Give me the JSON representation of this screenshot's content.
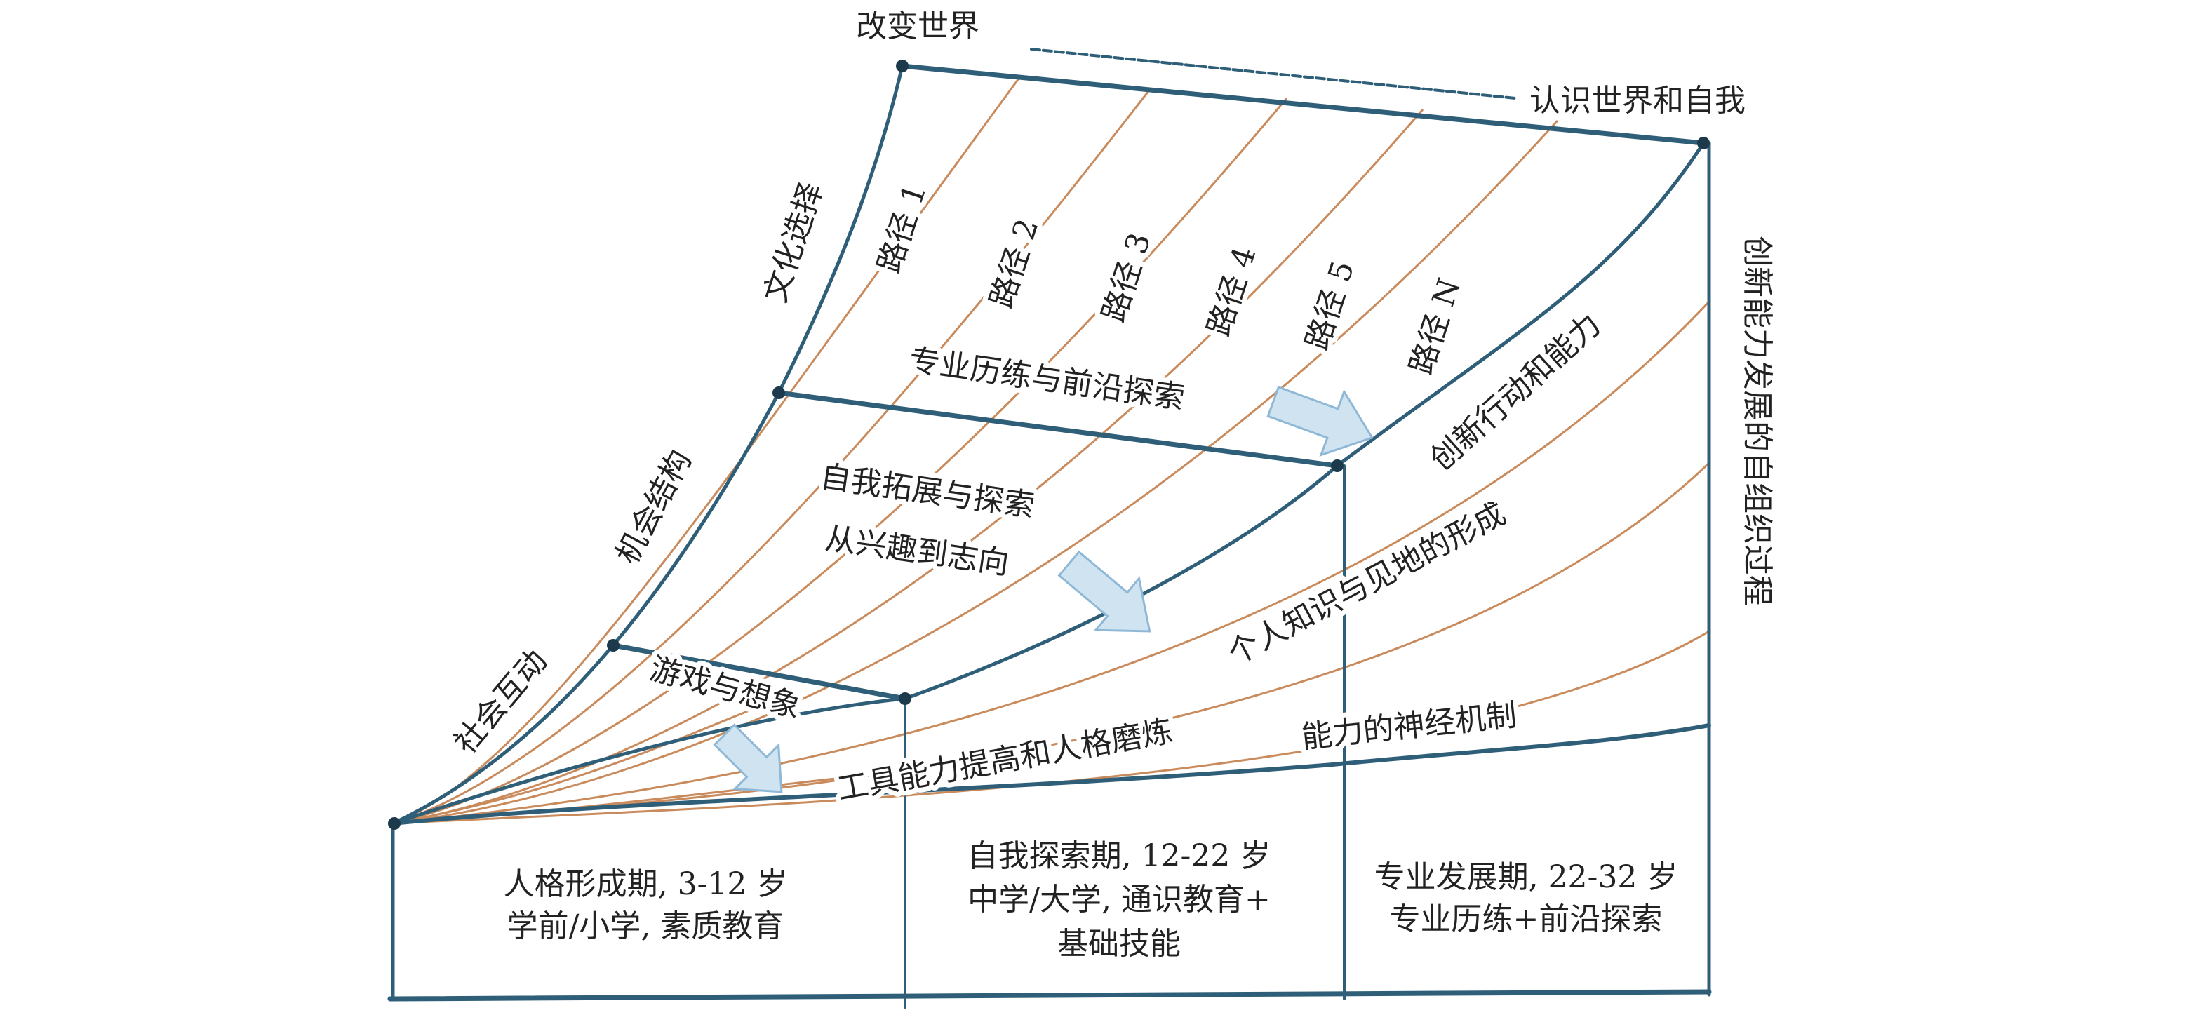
{
  "top": {
    "left_label": "改变世界",
    "right_label": "认识世界和自我"
  },
  "left_axis": {
    "culture": "文化选择",
    "opportunity": "机会结构",
    "social": "社会互动"
  },
  "right_axis": {
    "label": "创新能力发展的自组织过程"
  },
  "paths": [
    "路径 1",
    "路径 2",
    "路径 3",
    "路径 4",
    "路径 5",
    "路径 N"
  ],
  "stages": {
    "professional": "专业历练与前沿探索",
    "innovation": "创新行动和能力",
    "self_expansion": "自我拓展与探索",
    "interest": "从兴趣到志向",
    "knowledge": "个人知识与见地的形成",
    "play": "游戏与想象",
    "tools": "工具能力提高和人格磨炼",
    "neural": "能力的神经机制"
  },
  "periods": [
    {
      "line1": "人格形成期, 3-12 岁",
      "line2": "学前/小学, 素质教育",
      "line3": ""
    },
    {
      "line1": "自我探索期, 12-22 岁",
      "line2": "中学/大学, 通识教育+",
      "line3": "基础技能"
    },
    {
      "line1": "专业发展期, 22-32 岁",
      "line2": "专业历练+前沿探索",
      "line3": ""
    }
  ],
  "colors": {
    "frame": "#2f5f78",
    "path_line": "#c98a5c",
    "arrow": "#cfe3f1"
  }
}
